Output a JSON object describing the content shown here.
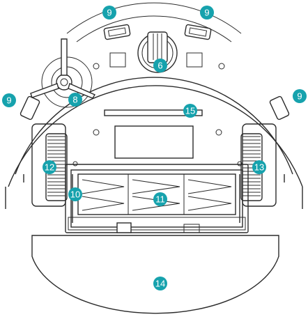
{
  "callouts": [
    {
      "id": "c9a",
      "label": "9"
    },
    {
      "id": "c9b",
      "label": "9"
    },
    {
      "id": "c9c",
      "label": "9"
    },
    {
      "id": "c9d",
      "label": "9"
    },
    {
      "id": "c6",
      "label": "6"
    },
    {
      "id": "c8",
      "label": "8"
    },
    {
      "id": "c15",
      "label": "15"
    },
    {
      "id": "c12",
      "label": "12"
    },
    {
      "id": "c13",
      "label": "13"
    },
    {
      "id": "c10",
      "label": "10"
    },
    {
      "id": "c11",
      "label": "11"
    },
    {
      "id": "c14",
      "label": "14"
    }
  ],
  "colors": {
    "callout": "#16a2ad",
    "line": "#2b2b2b",
    "background": "#ffffff"
  }
}
